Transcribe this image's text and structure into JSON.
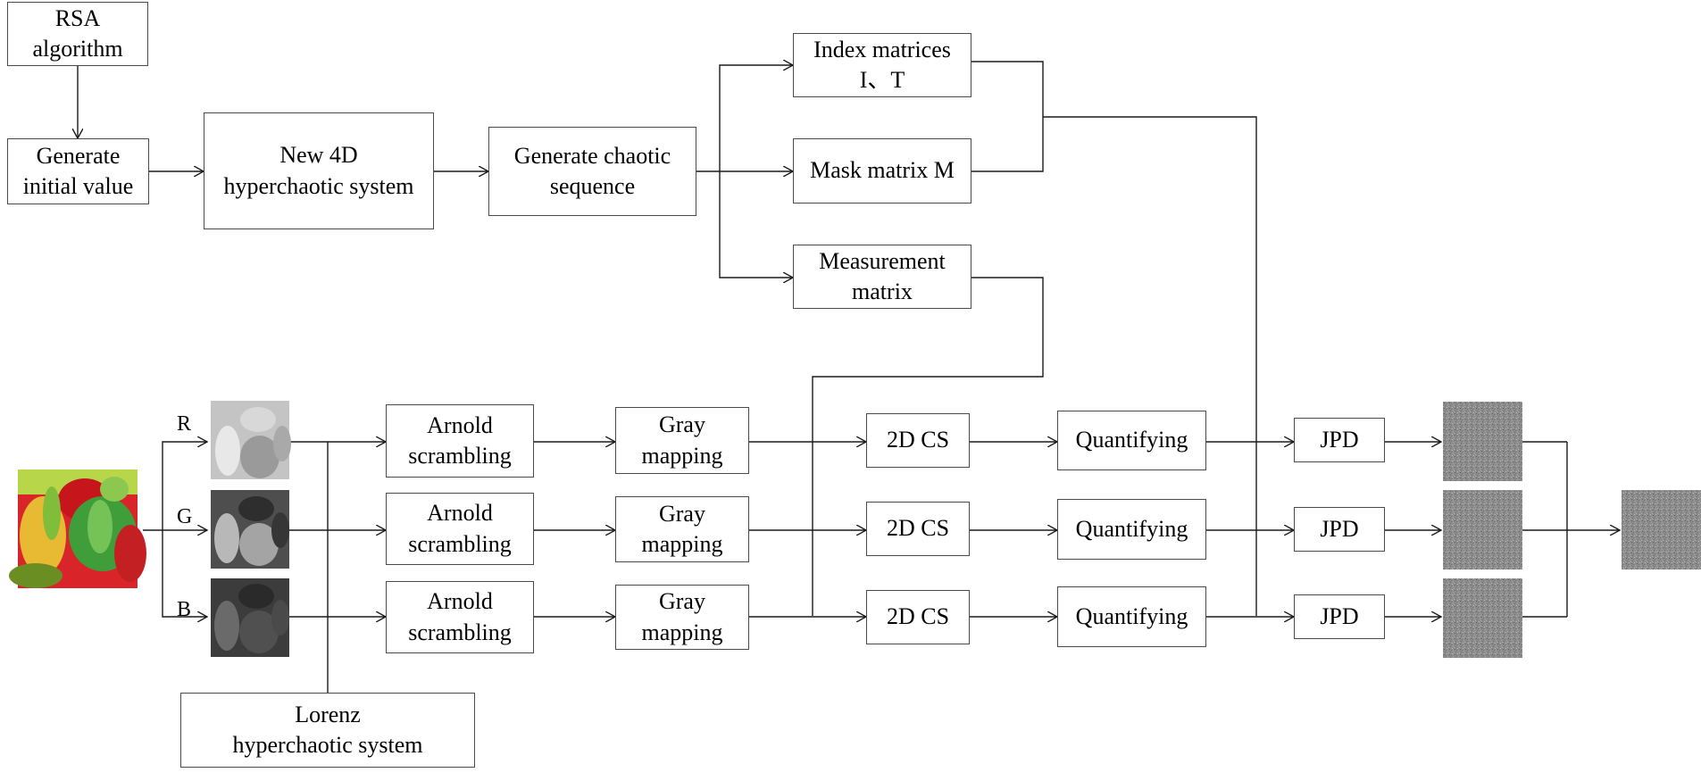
{
  "blocks": {
    "rsa": "RSA\nalgorithm",
    "generate_initial_value": "Generate\ninitial value",
    "new_4d": "New 4D\nhyperchaotic system",
    "generate_chaotic": "Generate chaotic\nsequence",
    "index_matrices": "Index matrices\nI、T",
    "mask_matrix": "Mask matrix M",
    "measurement_matrix": "Measurement\nmatrix",
    "lorenz": "Lorenz\nhyperchaotic system"
  },
  "channels": [
    {
      "label": "R",
      "arnold": "Arnold\nscrambling",
      "gray": "Gray\nmapping",
      "cs": "2D CS",
      "quant": "Quantifying",
      "jpd": "JPD",
      "shade": "#bdbdbd"
    },
    {
      "label": "G",
      "arnold": "Arnold\nscrambling",
      "gray": "Gray\nmapping",
      "cs": "2D CS",
      "quant": "Quantifying",
      "jpd": "JPD",
      "shade": "#5a5a5a"
    },
    {
      "label": "B",
      "arnold": "Arnold\nscrambling",
      "gray": "Gray\nmapping",
      "cs": "2D CS",
      "quant": "Quantifying",
      "jpd": "JPD",
      "shade": "#3a3a3a"
    }
  ],
  "colors": {
    "line": "#1a1a1a",
    "box_border": "#4a4a4a",
    "noise": "#8a8a8a"
  },
  "images": {
    "input": "color-peppers-image",
    "channel_images": [
      "red-channel-grayscale-image",
      "green-channel-grayscale-image",
      "blue-channel-grayscale-image"
    ],
    "cipher_images": [
      "cipher-image-r",
      "cipher-image-g",
      "cipher-image-b"
    ],
    "final": "final-cipher-image"
  }
}
